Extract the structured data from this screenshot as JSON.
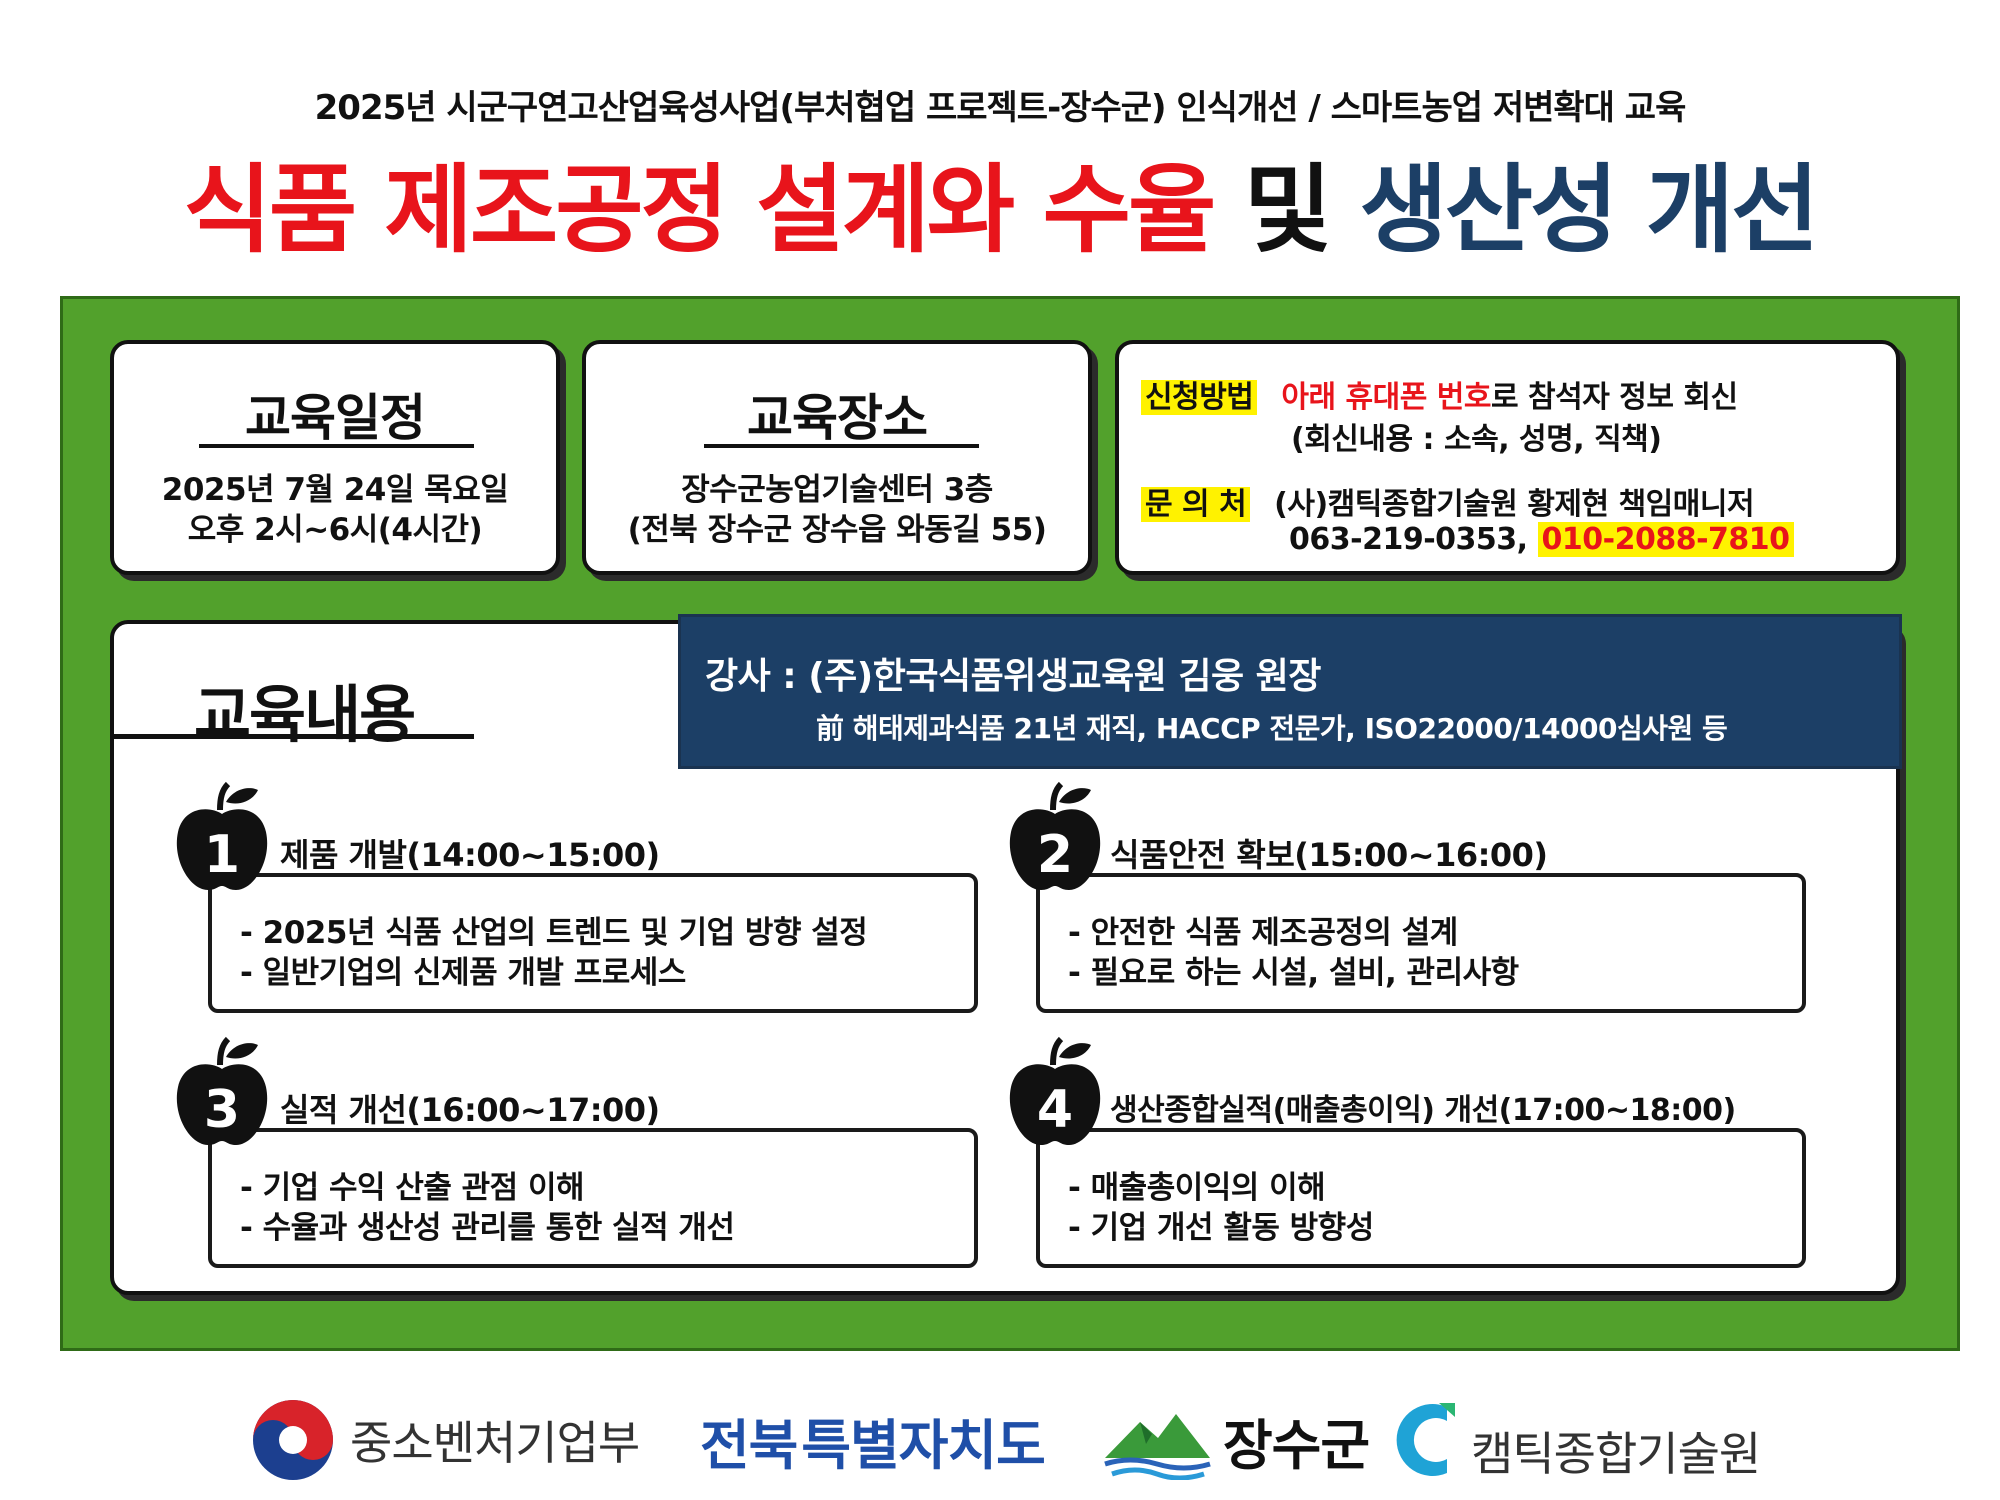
{
  "header": {
    "subtitle": "2025년 시군구연고산업육성사업(부처협업 프로젝트-장수군) 인식개선 / 스마트농업 저변확대 교육",
    "title_red": "식품 제조공정 설계와 수율",
    "title_mid": "및",
    "title_navy": "생산성 개선"
  },
  "schedule": {
    "heading": "교육일정",
    "line1": "2025년 7월 24일 목요일",
    "line2": "오후 2시~6시(4시간)"
  },
  "place": {
    "heading": "교육장소",
    "line1": "장수군농업기술센터 3층",
    "line2": "(전북 장수군 장수읍 와동길 55)"
  },
  "apply": {
    "method_label": "신청방법",
    "method_highlight": "아래 휴대폰 번호",
    "method_text": "로 참석자 정보 회신",
    "method_detail": "(회신내용 : 소속, 성명, 직책)",
    "contact_label": "문 의 처",
    "contact_org": "(사)캠틱종합기술원 황제현 책임매니저",
    "contact_phone1": "063-219-0353,",
    "contact_phone2": "010-2088-7810"
  },
  "content": {
    "heading": "교육내용"
  },
  "lecturer": {
    "main": "강사 : (주)한국식품위생교육원 김웅 원장",
    "sub": "前 해태제과식품 21년 재직, HACCP 전문가, ISO22000/14000심사원 등"
  },
  "modules": [
    {
      "number": "1",
      "title": "제품 개발(14:00~15:00)",
      "items": [
        "- 2025년 식품 산업의 트렌드 및 기업 방향 설정",
        "- 일반기업의 신제품 개발 프로세스"
      ]
    },
    {
      "number": "2",
      "title": "식품안전 확보(15:00~16:00)",
      "items": [
        "- 안전한 식품 제조공정의 설계",
        "- 필요로 하는 시설, 설비, 관리사항"
      ]
    },
    {
      "number": "3",
      "title": "실적 개선(16:00~17:00)",
      "items": [
        "- 기업 수익 산출 관점 이해",
        "- 수율과 생산성 관리를 통한 실적 개선"
      ]
    },
    {
      "number": "4",
      "title": "생산종합실적(매출총이익) 개선(17:00~18:00)",
      "items": [
        "- 매출총이익의 이해",
        "- 기업 개선 활동 방향성"
      ]
    }
  ],
  "footer": {
    "logo1": "중소벤처기업부",
    "logo2_a": "전북",
    "logo2_b": "특별자치도",
    "logo3": "장수군",
    "logo4": "캠틱종합기술원"
  },
  "colors": {
    "title_red": "#e8141b",
    "title_navy": "#1c3f66",
    "panel_green": "#52a12c",
    "highlight_yellow": "#fff200",
    "lecturer_bg": "#1c3f66"
  }
}
